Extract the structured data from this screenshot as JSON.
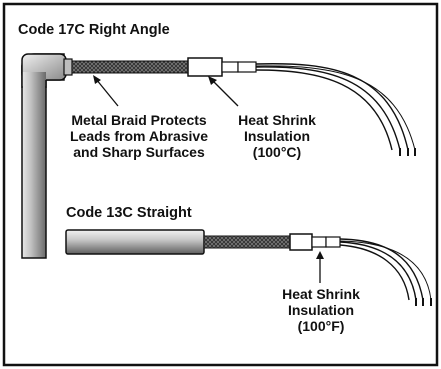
{
  "diagram": {
    "heaters": [
      {
        "title": "Code 17C Right Angle",
        "callouts": [
          {
            "text": "Metal Braid Protects\nLeads from Abrasive\nand Sharp Surfaces"
          },
          {
            "text": "Heat Shrink\nInsulation\n(100°C)"
          }
        ]
      },
      {
        "title": "Code 13C Straight",
        "callouts": [
          {
            "text": "Heat Shrink\nInsulation\n(100°F)"
          }
        ]
      }
    ]
  }
}
